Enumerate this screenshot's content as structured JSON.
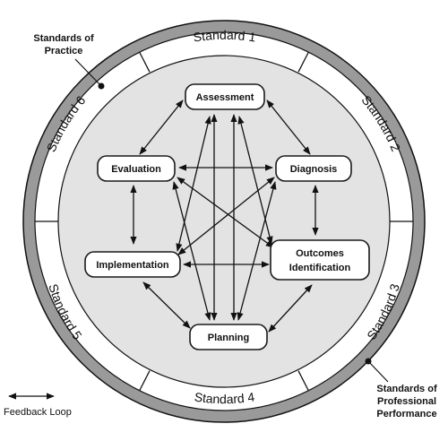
{
  "standards": [
    {
      "label": "Standard 1"
    },
    {
      "label": "Standard 2"
    },
    {
      "label": "Standard 3"
    },
    {
      "label": "Standard 4"
    },
    {
      "label": "Standard 5"
    },
    {
      "label": "Standard 6"
    }
  ],
  "nodes": {
    "assessment": {
      "label": "Assessment"
    },
    "diagnosis": {
      "label": "Diagnosis"
    },
    "outcomes": {
      "line1": "Outcomes",
      "line2": "Identification"
    },
    "planning": {
      "label": "Planning"
    },
    "implementation": {
      "label": "Implementation"
    },
    "evaluation": {
      "label": "Evaluation"
    }
  },
  "callouts": {
    "practice": {
      "line1": "Standards of",
      "line2": "Practice"
    },
    "performance": {
      "line1": "Standards of",
      "line2": "Professional",
      "line3": "Performance"
    }
  },
  "legend": {
    "label": "Feedback Loop"
  },
  "colors": {
    "outer_ring": "#9a9a9a",
    "inner_disc": "#e3e3e3",
    "band": "#ffffff"
  }
}
